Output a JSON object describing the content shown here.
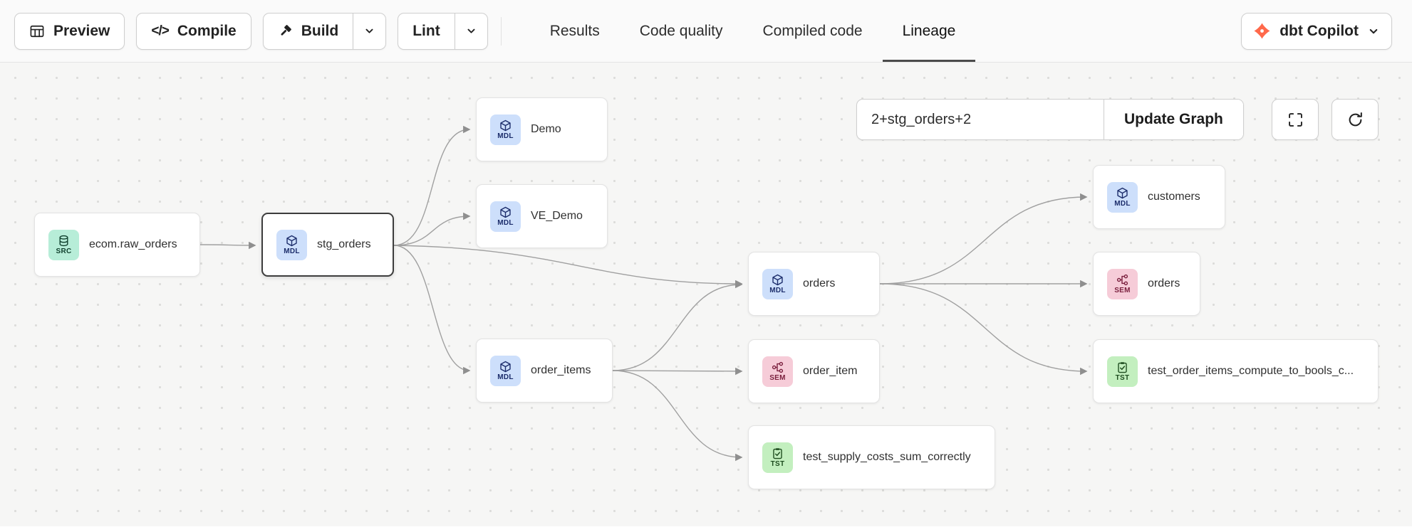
{
  "toolbar": {
    "preview_label": "Preview",
    "compile_label": "Compile",
    "build_label": "Build",
    "lint_label": "Lint"
  },
  "tabs": {
    "results": "Results",
    "code_quality": "Code quality",
    "compiled_code": "Compiled code",
    "lineage": "Lineage"
  },
  "copilot_label": "dbt Copilot",
  "graph_controls": {
    "selector_value": "2+stg_orders+2",
    "update_button_label": "Update Graph"
  },
  "badge_colors": {
    "SRC": {
      "bg": "#b7edd8",
      "fg": "#0f3f2c"
    },
    "MDL": {
      "bg": "#cddffb",
      "fg": "#1c2d6b"
    },
    "SEM": {
      "bg": "#f6ccd8",
      "fg": "#7a1f3d"
    },
    "TST": {
      "bg": "#c3efbf",
      "fg": "#1e4d1f"
    }
  },
  "accent_colors": {
    "dbt_orange": "#ff694b",
    "edge_gray": "#a0a0a0"
  },
  "nodes": [
    {
      "label": "ecom.raw_orders",
      "type": "SRC"
    },
    {
      "label": "stg_orders",
      "type": "MDL"
    },
    {
      "label": "Demo",
      "type": "MDL"
    },
    {
      "label": "VE_Demo",
      "type": "MDL"
    },
    {
      "label": "orders",
      "type": "MDL"
    },
    {
      "label": "order_items",
      "type": "MDL"
    },
    {
      "label": "order_item",
      "type": "SEM"
    },
    {
      "label": "customers",
      "type": "MDL"
    },
    {
      "label": "orders",
      "type": "SEM"
    },
    {
      "label": "test_order_items_compute_to_bools_c...",
      "type": "TST"
    },
    {
      "label": "test_supply_costs_sum_correctly",
      "type": "TST"
    }
  ]
}
